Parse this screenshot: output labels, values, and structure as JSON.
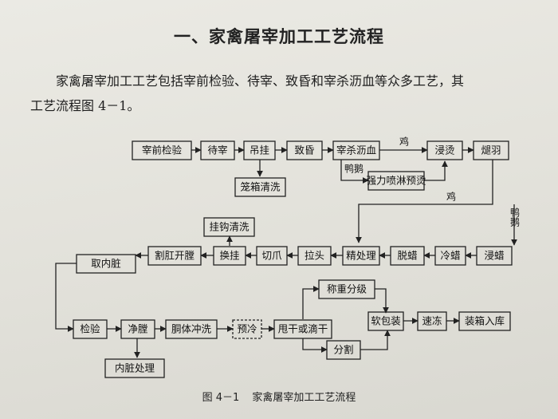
{
  "heading": "一、家禽屠宰加工工艺流程",
  "paragraph": {
    "line1": "家禽屠宰加工工艺包括宰前检验、待宰、致昏和宰杀沥血等众多工艺，其",
    "line2": "工艺流程图 4－1。"
  },
  "nodes": {
    "pre_slaughter_inspection": "宰前检验",
    "waiting": "待宰",
    "hanging": "吊挂",
    "stunning": "致昏",
    "slaughter_bleeding": "宰杀沥血",
    "scalding": "浸烫",
    "defeathering": "煺羽",
    "cage_washing": "笼箱清洗",
    "spray_prescald": "强力喷淋预烫",
    "hook_washing": "挂钩清洗",
    "wax_dip": "浸蜡",
    "wax_cool": "冷蜡",
    "dewax": "脱蜡",
    "fine_processing": "精处理",
    "pull_head": "拉头",
    "cut_claw": "切爪",
    "rehang": "换挂",
    "cut_anus": "割肛开膛",
    "evisceration": "取内脏",
    "inspection": "检验",
    "clean_cavity": "净膛",
    "offal_processing": "内脏处理",
    "carcass_wash": "胴体冲洗",
    "precool": "预冷",
    "spin_drip": "甩干或滴干",
    "weigh_grade": "称重分级",
    "soft_pack": "软包装",
    "quick_freeze": "速冻",
    "box_storage": "装箱入库",
    "divide": "分割"
  },
  "edge_labels": {
    "chicken_1": "鸡",
    "duck_goose": "鸭鹅",
    "chicken_2": "鸡",
    "duck_goose_vertical": "鸭鹅"
  },
  "caption": {
    "number": "图 4－1",
    "title": "家禽屠宰加工工艺流程"
  }
}
